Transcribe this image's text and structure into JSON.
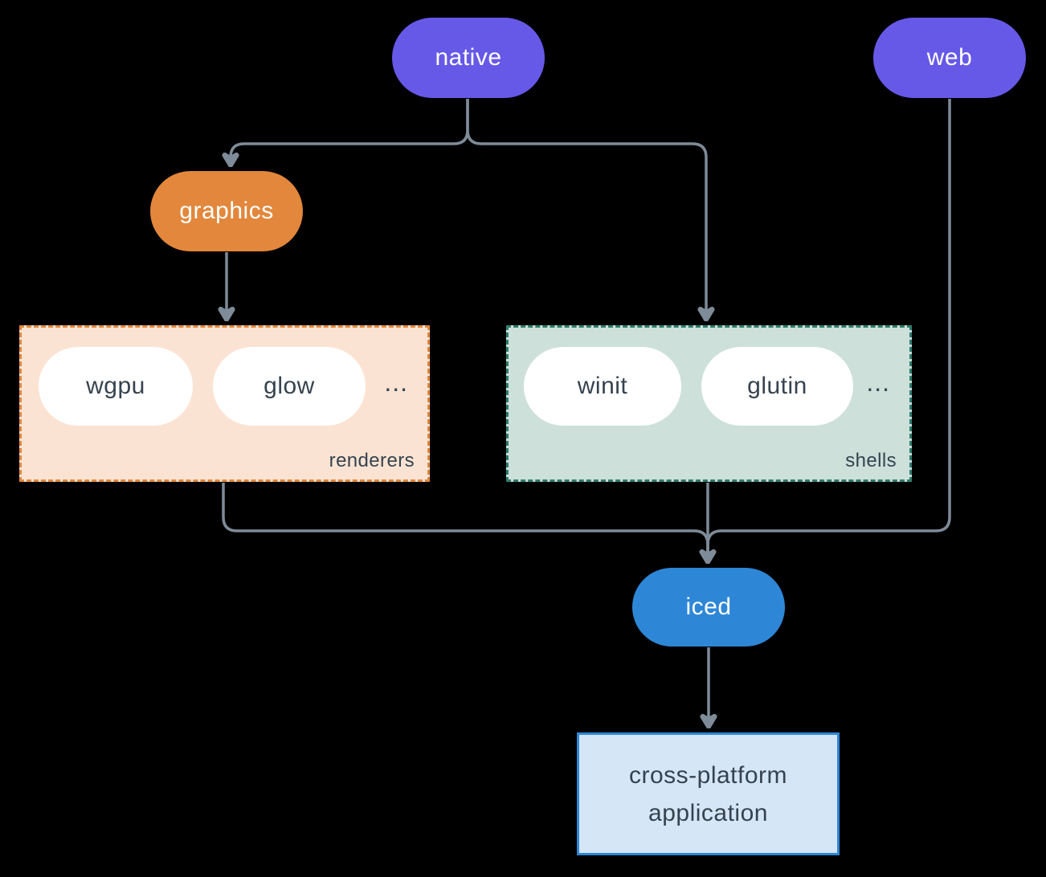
{
  "canvas": {
    "background": "#000000"
  },
  "palette": {
    "purple": "#6659E8",
    "orange": "#E2873B",
    "blue": "#2E87D6",
    "teal": "#2E7D6E",
    "line": "#7E8B98",
    "dark_text": "#36434F",
    "renderers_bg": "#FBE3D3",
    "shells_bg": "#CDE0DA",
    "app_bg": "#D5E6F7",
    "canvas_bg": "#000000"
  },
  "nodes": {
    "native": {
      "label": "native"
    },
    "web": {
      "label": "web"
    },
    "graphics": {
      "label": "graphics"
    },
    "iced": {
      "label": "iced"
    },
    "app": {
      "line1": "cross-platform",
      "line2": "application"
    }
  },
  "groups": {
    "renderers": {
      "label": "renderers",
      "items": [
        "wgpu",
        "glow"
      ],
      "ellipsis": "..."
    },
    "shells": {
      "label": "shells",
      "items": [
        "winit",
        "glutin"
      ],
      "ellipsis": "..."
    }
  },
  "edges": [
    {
      "from": "native",
      "to": "graphics"
    },
    {
      "from": "native",
      "to": "shells"
    },
    {
      "from": "graphics",
      "to": "renderers"
    },
    {
      "from": "renderers",
      "to": "iced"
    },
    {
      "from": "shells",
      "to": "iced"
    },
    {
      "from": "web",
      "to": "iced"
    },
    {
      "from": "iced",
      "to": "app"
    }
  ]
}
